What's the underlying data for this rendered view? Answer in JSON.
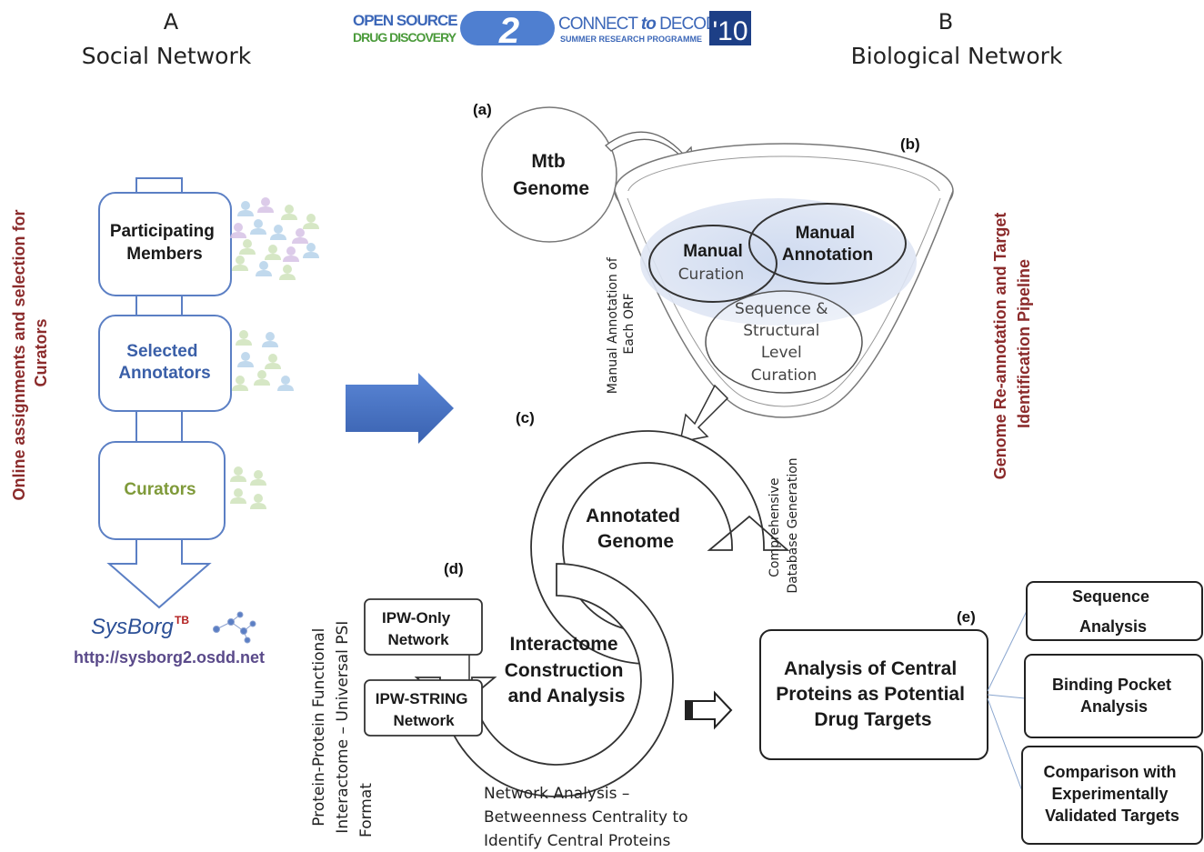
{
  "header": {
    "left_letter": "A",
    "left_title": "Social Network",
    "right_letter": "B",
    "right_title": "Biological Network",
    "logo": {
      "open_source": "OPEN SOURCE",
      "drug_discovery": "DRUG DISCOVERY",
      "number": "2",
      "connect": "CONNECT",
      "to": "to",
      "decode": "DECODE",
      "summer": "SUMMER RESEARCH PROGRAMME",
      "year": "'10"
    }
  },
  "social": {
    "side_label_1": "Online assignments and selection for",
    "side_label_2": "Curators",
    "box1_line1": "Participating",
    "box1_line2": "Members",
    "box2_line1": "Selected",
    "box2_line2": "Annotators",
    "box3": "Curators",
    "sysborg_logo": "SysBorg",
    "sysborg_tb": "TB",
    "url": "http://sysborg2.osdd.net"
  },
  "bio": {
    "label_a": "(a)",
    "label_b": "(b)",
    "label_c": "(c)",
    "label_d": "(d)",
    "label_e": "(e)",
    "mtb_1": "Mtb",
    "mtb_2": "Genome",
    "manual_curation_1": "Manual",
    "manual_curation_2": "Curation",
    "manual_annotation_1": "Manual",
    "manual_annotation_2": "Annotation",
    "seq_1": "Sequence &",
    "seq_2": "Structural",
    "seq_3": "Level",
    "seq_4": "Curation",
    "manual_orf_1": "Manual Annotation of",
    "manual_orf_2": "Each ORF",
    "annotated_1": "Annotated",
    "annotated_2": "Genome",
    "comprehensive_1": "Comprehensive",
    "comprehensive_2": "Database Generation",
    "pipeline_1": "Genome Re-annotation and Target",
    "pipeline_2": "Identification Pipeline",
    "ipw_only_1": "IPW-Only",
    "ipw_only_2": "Network",
    "ipw_string_1": "IPW-STRING",
    "ipw_string_2": "Network",
    "interactome_1": "Interactome",
    "interactome_2": "Construction",
    "interactome_3": "and Analysis",
    "ppi_1": "Protein-Protein Functional",
    "ppi_2": "Interactome – Universal PSI",
    "ppi_3": "Format",
    "network_1": "Network Analysis –",
    "network_2": "Betweenness Centrality to",
    "network_3": "Identify Central Proteins",
    "central_1": "Analysis of Central",
    "central_2": "Proteins as Potential",
    "central_3": "Drug Targets",
    "seq_analysis_1": "Sequence",
    "seq_analysis_2": "Analysis",
    "binding_1": "Binding Pocket",
    "binding_2": "Analysis",
    "comparison_1": "Comparison with",
    "comparison_2": "Experimentally",
    "comparison_3": "Validated Targets"
  },
  "colors": {
    "box_border": "#5b7fc4",
    "red_label": "#8b2b2b",
    "blue_text": "#3a5fa8",
    "green_text": "#7f9a3a",
    "arrow_blue": "#4a73c4",
    "logo_blue": "#3c67b8",
    "logo_green": "#4a9a3a"
  }
}
